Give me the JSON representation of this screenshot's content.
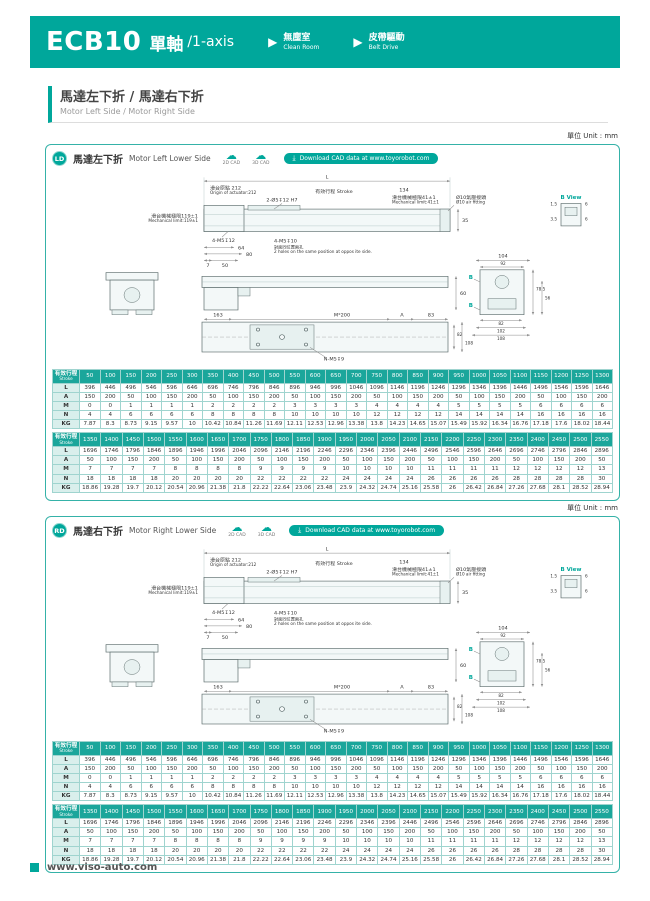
{
  "page": {
    "unit_label": "單位 Unit : mm",
    "footer": "www.viso-auto.com"
  },
  "header": {
    "model": "ECB10",
    "title_zh": "單軸",
    "title_en": "/1-axis",
    "badges": [
      {
        "zh": "無塵室",
        "en": "Clean Room"
      },
      {
        "zh": "皮帶驅動",
        "en": "Belt Drive"
      }
    ]
  },
  "section": {
    "title_zh": "馬達左下折 / 馬達右下折",
    "title_en": "Motor Left Side / Motor Right Side"
  },
  "cad": {
    "icon2d": "2D CAD",
    "icon3d": "3D CAD",
    "download": "Download CAD data at www.toyorobot.com"
  },
  "panels": [
    {
      "badge": "LD",
      "title_zh": "馬達左下折",
      "title_en": "Motor Left Lower Side"
    },
    {
      "badge": "RD",
      "title_zh": "馬達右下折",
      "title_en": "Motor Right Lower Side"
    }
  ],
  "drawing": {
    "dim_L": "L",
    "origin_zh": "滑台原點 212",
    "origin_en": "Origin of actuator:212",
    "stroke_label": "有效行程 Stroke",
    "dim_134": "134",
    "mech41_zh": "滑台機械極限41±1",
    "mech41_en": "Mechanical limit:41±1",
    "mech119_zh": "滑台機械極限119±1",
    "mech119_en": "Mechanical limit:119±1",
    "holes_top": "2-Ø5↧12 H7",
    "air_zh": "Ø10氣壓接頭",
    "air_en": "Ø10 air fitting",
    "b_view": "B View",
    "dim_1_5": "1.5",
    "dim_6a": "6",
    "dim_3_5": "3.5",
    "dim_6b": "6",
    "dim_35": "35",
    "holes_m5_12": "4-M5↧12",
    "dim_64": "64",
    "dim_80": "80",
    "dim_7": "7",
    "dim_50": "50",
    "holes_m5_10": "4-M5↧10",
    "opposite_zh": "對面同位置兩孔",
    "opposite_en": "2 holes on the same position at oppos ite side.",
    "dim_104": "104",
    "dim_92": "92",
    "dim_60": "60",
    "dim_78_5": "78.5",
    "dim_56": "56",
    "dim_82a": "82",
    "dim_102": "102",
    "dim_108a": "108",
    "dim_163": "163",
    "pitch": "M*200",
    "dim_A": "A",
    "dim_83": "83",
    "holes_n": "N-M5↧9",
    "dim_82b": "82",
    "dim_108b": "108",
    "label_B": "B"
  },
  "stroke_header_zh": "有效行程",
  "stroke_header_en": "Stroke",
  "tables": [
    {
      "strokes": [
        50,
        100,
        150,
        200,
        250,
        300,
        350,
        400,
        450,
        500,
        550,
        600,
        650,
        700,
        750,
        800,
        850,
        900,
        950,
        1000,
        1050,
        1100,
        1150,
        1200,
        1250,
        1300
      ],
      "rows": [
        {
          "label": "L",
          "values": [
            396,
            446,
            496,
            546,
            596,
            646,
            696,
            746,
            796,
            846,
            896,
            946,
            996,
            1046,
            1096,
            1146,
            1196,
            1246,
            1296,
            1346,
            1396,
            1446,
            1496,
            1546,
            1596,
            1646
          ]
        },
        {
          "label": "A",
          "values": [
            150,
            200,
            50,
            100,
            150,
            200,
            50,
            100,
            150,
            200,
            50,
            100,
            150,
            200,
            50,
            100,
            150,
            200,
            50,
            100,
            150,
            200,
            50,
            100,
            150,
            200
          ]
        },
        {
          "label": "M",
          "values": [
            0,
            0,
            1,
            1,
            1,
            1,
            2,
            2,
            2,
            2,
            3,
            3,
            3,
            3,
            4,
            4,
            4,
            4,
            5,
            5,
            5,
            5,
            6,
            6,
            6,
            6
          ]
        },
        {
          "label": "N",
          "values": [
            4,
            4,
            6,
            6,
            6,
            6,
            8,
            8,
            8,
            8,
            10,
            10,
            10,
            10,
            12,
            12,
            12,
            12,
            14,
            14,
            14,
            14,
            16,
            16,
            16,
            16
          ]
        },
        {
          "label": "KG",
          "values": [
            7.87,
            8.3,
            8.73,
            9.15,
            9.57,
            10,
            10.42,
            10.84,
            11.26,
            11.69,
            12.11,
            12.53,
            12.96,
            13.38,
            13.8,
            14.23,
            14.65,
            15.07,
            15.49,
            15.92,
            16.34,
            16.76,
            17.18,
            17.6,
            18.02,
            18.44
          ]
        }
      ]
    },
    {
      "strokes": [
        1350,
        1400,
        1450,
        1500,
        1550,
        1600,
        1650,
        1700,
        1750,
        1800,
        1850,
        1900,
        1950,
        2000,
        2050,
        2100,
        2150,
        2200,
        2250,
        2300,
        2350,
        2400,
        2450,
        2500,
        2550
      ],
      "rows": [
        {
          "label": "L",
          "values": [
            1696,
            1746,
            1796,
            1846,
            1896,
            1946,
            1996,
            2046,
            2096,
            2146,
            2196,
            2246,
            2296,
            2346,
            2396,
            2446,
            2496,
            2546,
            2596,
            2646,
            2696,
            2746,
            2796,
            2846,
            2896
          ]
        },
        {
          "label": "A",
          "values": [
            50,
            100,
            150,
            200,
            50,
            100,
            150,
            200,
            50,
            100,
            150,
            200,
            50,
            100,
            150,
            200,
            50,
            100,
            150,
            200,
            50,
            100,
            150,
            200,
            50
          ]
        },
        {
          "label": "M",
          "values": [
            7,
            7,
            7,
            7,
            8,
            8,
            8,
            8,
            9,
            9,
            9,
            9,
            10,
            10,
            10,
            10,
            11,
            11,
            11,
            11,
            12,
            12,
            12,
            12,
            13
          ]
        },
        {
          "label": "N",
          "values": [
            18,
            18,
            18,
            18,
            20,
            20,
            20,
            20,
            22,
            22,
            22,
            22,
            24,
            24,
            24,
            24,
            26,
            26,
            26,
            26,
            28,
            28,
            28,
            28,
            30
          ]
        },
        {
          "label": "KG",
          "values": [
            18.86,
            19.28,
            19.7,
            20.12,
            20.54,
            20.96,
            21.38,
            21.8,
            22.22,
            22.64,
            23.06,
            23.48,
            23.9,
            24.32,
            24.74,
            25.16,
            25.58,
            26,
            26.42,
            26.84,
            27.26,
            27.68,
            28.1,
            28.52,
            28.94
          ]
        }
      ]
    }
  ],
  "colors": {
    "accent": "#00a79b",
    "table_header": "#1ba69b",
    "row_label_bg": "#d9efec"
  }
}
